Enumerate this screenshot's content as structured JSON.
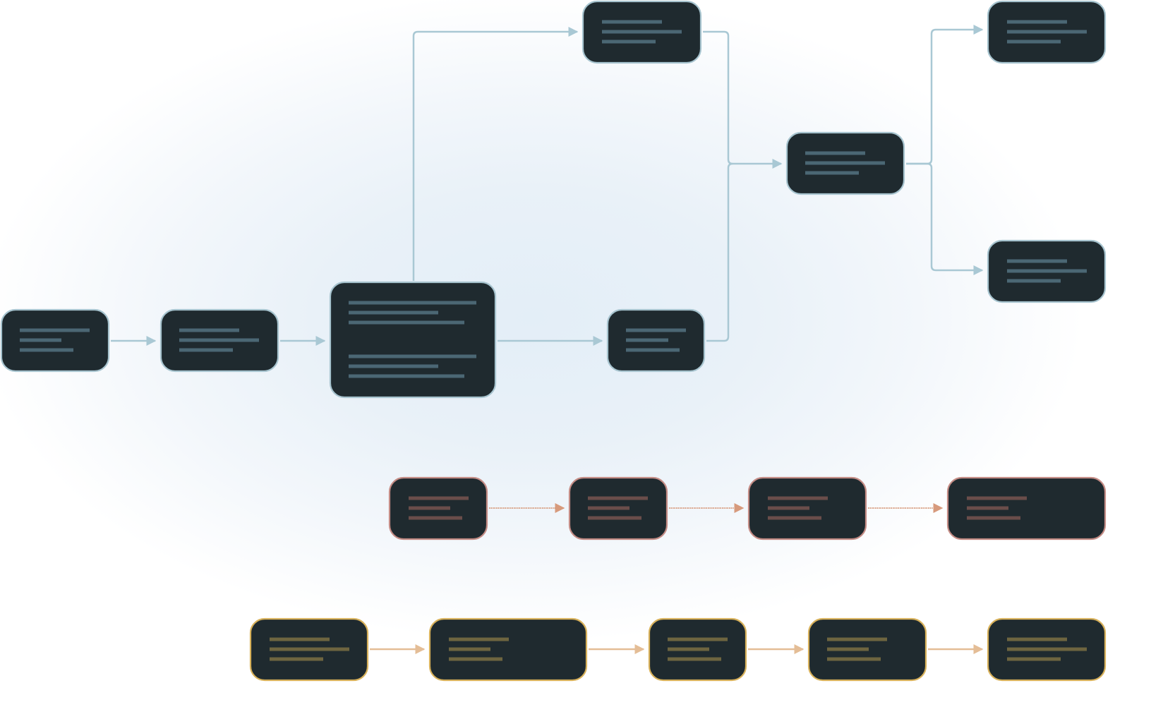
{
  "colors": {
    "node_fill": "#1f2a2f",
    "blue_stroke": "#a7c4cf",
    "blue_line": "#4b6774",
    "blue_edge": "#a9c8d4",
    "red_stroke": "#c48c85",
    "red_line": "#6a4d4a",
    "red_edge": "#d79a7c",
    "gold_stroke": "#d8b15a",
    "gold_line": "#6e6540",
    "gold_edge": "#e4bd96"
  },
  "graph": {
    "nodes": [
      {
        "id": "blue-1",
        "group": "blue",
        "lines": [
          3
        ]
      },
      {
        "id": "blue-2",
        "group": "blue",
        "lines": [
          3
        ]
      },
      {
        "id": "blue-3",
        "group": "blue",
        "lines": [
          3,
          3
        ]
      },
      {
        "id": "blue-4",
        "group": "blue",
        "lines": [
          3
        ]
      },
      {
        "id": "blue-5",
        "group": "blue",
        "lines": [
          3
        ]
      },
      {
        "id": "blue-6",
        "group": "blue",
        "lines": [
          3
        ]
      },
      {
        "id": "blue-7",
        "group": "blue",
        "lines": [
          3
        ]
      },
      {
        "id": "blue-8",
        "group": "blue",
        "lines": [
          3
        ]
      },
      {
        "id": "red-1",
        "group": "red",
        "lines": [
          3
        ]
      },
      {
        "id": "red-2",
        "group": "red",
        "lines": [
          3
        ]
      },
      {
        "id": "red-3",
        "group": "red",
        "lines": [
          3
        ]
      },
      {
        "id": "red-4",
        "group": "red",
        "lines": [
          3
        ]
      },
      {
        "id": "gold-1",
        "group": "gold",
        "lines": [
          3
        ]
      },
      {
        "id": "gold-2",
        "group": "gold",
        "lines": [
          3
        ]
      },
      {
        "id": "gold-3",
        "group": "gold",
        "lines": [
          3
        ]
      },
      {
        "id": "gold-4",
        "group": "gold",
        "lines": [
          3
        ]
      },
      {
        "id": "gold-5",
        "group": "gold",
        "lines": [
          3
        ]
      }
    ],
    "edges": [
      {
        "from": "blue-1",
        "to": "blue-2"
      },
      {
        "from": "blue-2",
        "to": "blue-3"
      },
      {
        "from": "blue-3",
        "to": "blue-4"
      },
      {
        "from": "blue-3",
        "to": "blue-5"
      },
      {
        "from": "blue-5",
        "to": "blue-6"
      },
      {
        "from": "blue-4",
        "to": "blue-6"
      },
      {
        "from": "blue-6",
        "to": "blue-7"
      },
      {
        "from": "blue-6",
        "to": "blue-8"
      },
      {
        "from": "red-1",
        "to": "red-2"
      },
      {
        "from": "red-2",
        "to": "red-3"
      },
      {
        "from": "red-3",
        "to": "red-4"
      },
      {
        "from": "gold-1",
        "to": "gold-2"
      },
      {
        "from": "gold-2",
        "to": "gold-3"
      },
      {
        "from": "gold-3",
        "to": "gold-4"
      },
      {
        "from": "gold-4",
        "to": "gold-5"
      }
    ]
  }
}
